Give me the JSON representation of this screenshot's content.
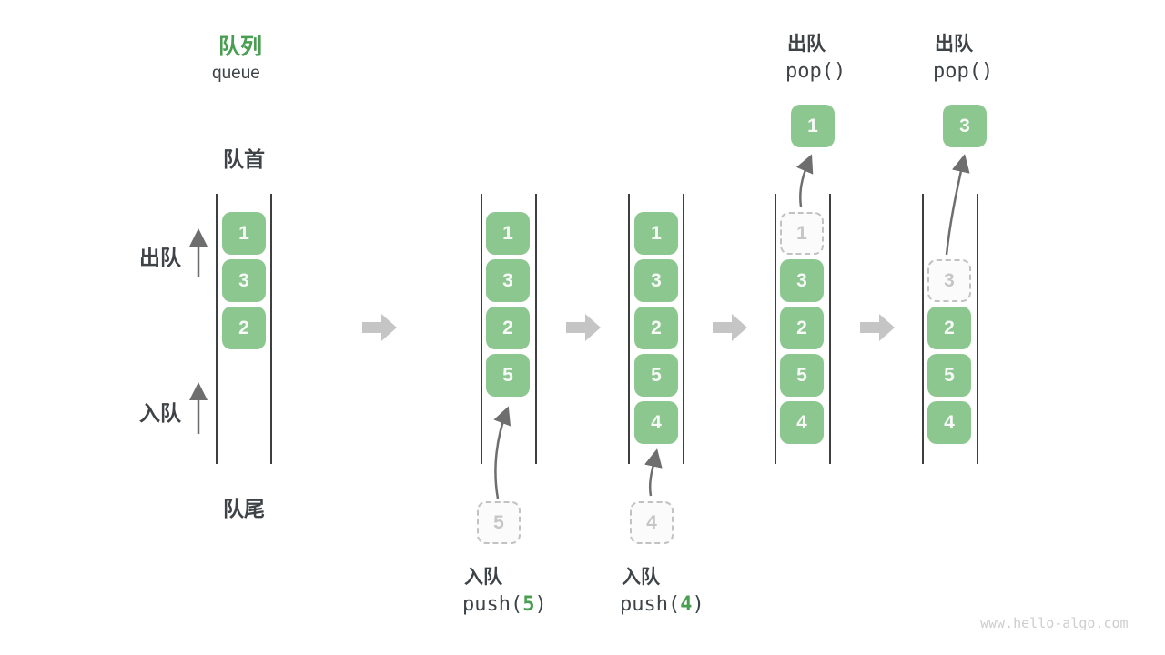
{
  "title": {
    "zh": "队列",
    "en": "queue"
  },
  "side_labels": {
    "front": "队首",
    "rear": "队尾",
    "dequeue": "出队",
    "enqueue": "入队"
  },
  "watermark": "www.hello-algo.com",
  "colors": {
    "green-box": "#8CC790",
    "green-accent": "#4A9E52",
    "text-dark": "#3E4347",
    "line-dark": "#3F3F3F",
    "arrow-gray": "#6E6E6E",
    "block-arrow": "#C5C5C5",
    "dashed-border": "#C2C2C2",
    "dashed-text": "#C6C6C6",
    "box-text": "#F7FAF7",
    "watermark": "#CDCDCD"
  },
  "columns": [
    {
      "slots": [
        {
          "value": "1",
          "type": "solid"
        },
        {
          "value": "3",
          "type": "solid"
        },
        {
          "value": "2",
          "type": "solid"
        }
      ]
    },
    {
      "slots": [
        {
          "value": "1",
          "type": "solid"
        },
        {
          "value": "3",
          "type": "solid"
        },
        {
          "value": "2",
          "type": "solid"
        },
        {
          "value": "5",
          "type": "solid"
        }
      ],
      "incoming": {
        "value": "5"
      },
      "op": {
        "label": "入队",
        "code_before": "push(",
        "arg": "5",
        "code_after": ")"
      }
    },
    {
      "slots": [
        {
          "value": "1",
          "type": "solid"
        },
        {
          "value": "3",
          "type": "solid"
        },
        {
          "value": "2",
          "type": "solid"
        },
        {
          "value": "5",
          "type": "solid"
        },
        {
          "value": "4",
          "type": "solid"
        }
      ],
      "incoming": {
        "value": "4"
      },
      "op": {
        "label": "入队",
        "code_before": "push(",
        "arg": "4",
        "code_after": ")"
      }
    },
    {
      "slots": [
        {
          "value": "1",
          "type": "dashed"
        },
        {
          "value": "3",
          "type": "solid"
        },
        {
          "value": "2",
          "type": "solid"
        },
        {
          "value": "5",
          "type": "solid"
        },
        {
          "value": "4",
          "type": "solid"
        }
      ],
      "popped": {
        "value": "1"
      },
      "op": {
        "label": "出队",
        "code": "pop()"
      }
    },
    {
      "slots": [
        {
          "value": "3",
          "type": "dashed"
        },
        {
          "value": "2",
          "type": "solid"
        },
        {
          "value": "5",
          "type": "solid"
        },
        {
          "value": "4",
          "type": "solid"
        }
      ],
      "popped": {
        "value": "3"
      },
      "op": {
        "label": "出队",
        "code": "pop()"
      }
    }
  ]
}
